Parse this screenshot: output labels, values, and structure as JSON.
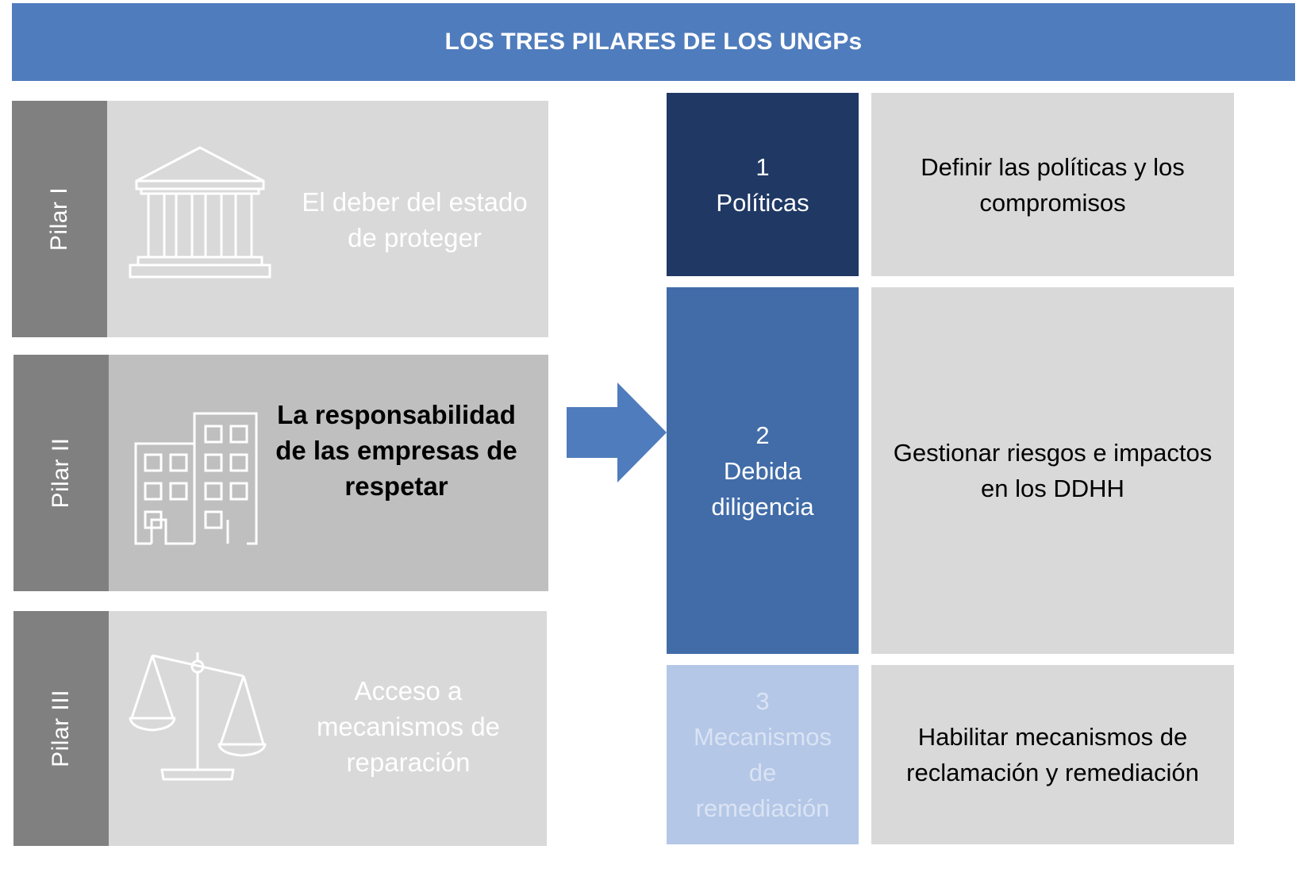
{
  "title": "LOS TRES PILARES DE LOS UNGPs",
  "colors": {
    "header": "#4f7cbc",
    "tab": "#808080",
    "panel": "#d9d9d9",
    "panel_active": "#bfbfbf",
    "arrow": "#4f7cbc",
    "step1": "#203864",
    "step2": "#416ca8",
    "step3": "#b4c7e7",
    "step3_text": "#dae3f3"
  },
  "pillars": [
    {
      "tab": "Pilar I",
      "text": "El deber del estado de proteger",
      "icon": "government-building-icon",
      "active": false
    },
    {
      "tab": "Pilar II",
      "text": "La responsabilidad de las empresas de respetar",
      "icon": "office-buildings-icon",
      "active": true
    },
    {
      "tab": "Pilar III",
      "text": "Acceso a mecanismos de reparación",
      "icon": "scales-of-justice-icon",
      "active": false
    }
  ],
  "arrow_icon": "right-arrow-icon",
  "steps": [
    {
      "number": "1",
      "label": "Políticas",
      "description": "Definir las políticas y los compromisos"
    },
    {
      "number": "2",
      "label": "Debida diligencia",
      "description": "Gestionar riesgos e impactos en los DDHH"
    },
    {
      "number": "3",
      "label": "Mecanismos de remediación",
      "description": "Habilitar mecanismos de reclamación y remediación"
    }
  ]
}
